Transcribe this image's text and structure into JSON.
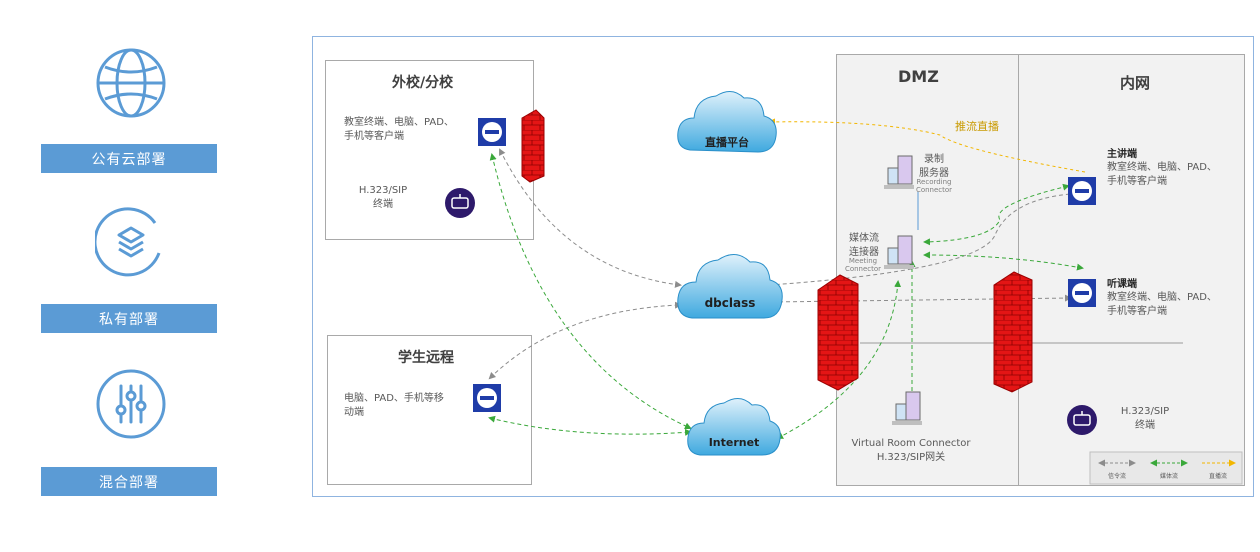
{
  "sidebar": {
    "items": [
      {
        "label": "公有云部署",
        "icon": "globe-icon"
      },
      {
        "label": "私有部署",
        "icon": "layers-icon"
      },
      {
        "label": "混合部署",
        "icon": "sliders-icon"
      }
    ]
  },
  "diagram": {
    "zones": {
      "waixiao": {
        "title": "外校/分校",
        "clients": "教室终端、电脑、PAD、\n手机等客户端",
        "h323": "H.323/SIP\n终端"
      },
      "student": {
        "title": "学生远程",
        "clients": "电脑、PAD、手机等移\n动端"
      },
      "dmz": {
        "title": "DMZ"
      },
      "neiwang": {
        "title": "内网",
        "h323": "H.323/SIP\n终端"
      }
    },
    "clouds": {
      "live": "直播平台",
      "dbclass": "dbclass",
      "internet": "Internet"
    },
    "push_label": "推流直播",
    "presenter": {
      "title": "主讲端",
      "clients": "教室终端、电脑、PAD、\n手机等客户端"
    },
    "listener": {
      "title": "听课端",
      "clients": "教室终端、电脑、PAD、\n手机等客户端"
    },
    "recording_server": {
      "cn": "录制\n服务器",
      "en": "Recording\nConnector"
    },
    "media_connector": {
      "cn": "媒体流\n连接器",
      "en": "Meeting\nConnector"
    },
    "vrc": {
      "label": "Virtual  Room  Connector\nH.323/SIP网关"
    },
    "legend": {
      "items": [
        "信令流",
        "媒体流",
        "直播流"
      ],
      "colors": [
        "#8c8c8c",
        "#3aa83a",
        "#f2b600"
      ]
    }
  }
}
